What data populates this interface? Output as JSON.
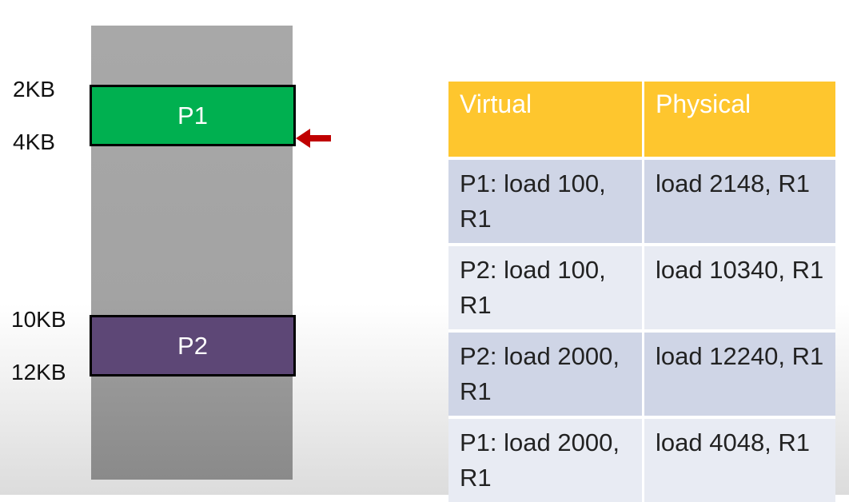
{
  "memory": {
    "labels": {
      "p1_start": "2KB",
      "p1_end": "4KB",
      "p2_start": "10KB",
      "p2_end": "12KB"
    },
    "blocks": {
      "p1": "P1",
      "p2": "P2"
    }
  },
  "colors": {
    "p1": "#00b050",
    "p2": "#5d4776",
    "memory": "#a8a8a8",
    "table_header": "#fec62e",
    "arrow": "#c00000"
  },
  "table": {
    "headers": [
      "Virtual",
      "Physical"
    ],
    "rows": [
      [
        "P1: load 100, R1",
        "load 2148, R1"
      ],
      [
        "P2: load 100, R1",
        "load 10340, R1"
      ],
      [
        "P2: load 2000, R1",
        "load 12240, R1"
      ],
      [
        "P1: load 2000, R1",
        "load 4048, R1"
      ]
    ]
  }
}
